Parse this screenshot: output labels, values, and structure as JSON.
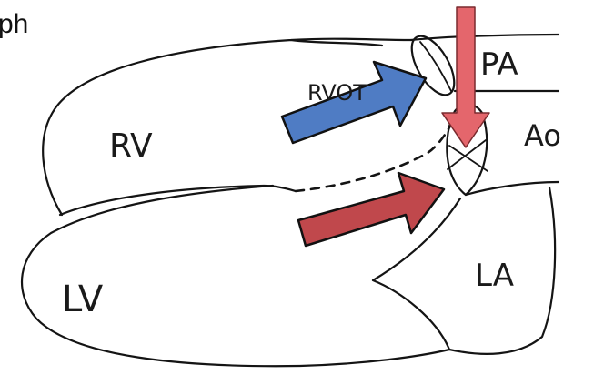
{
  "header_fragment": "ph",
  "labels": {
    "rv": "RV",
    "rvot": "RVOT",
    "pa": "PA",
    "ao": "Ao",
    "lv": "LV",
    "la": "LA"
  },
  "colors": {
    "blue_arrow": "#4f7cc4",
    "pink_arrow": "#e4666c",
    "red_arrow": "#c0484c",
    "outline": "#141414"
  }
}
